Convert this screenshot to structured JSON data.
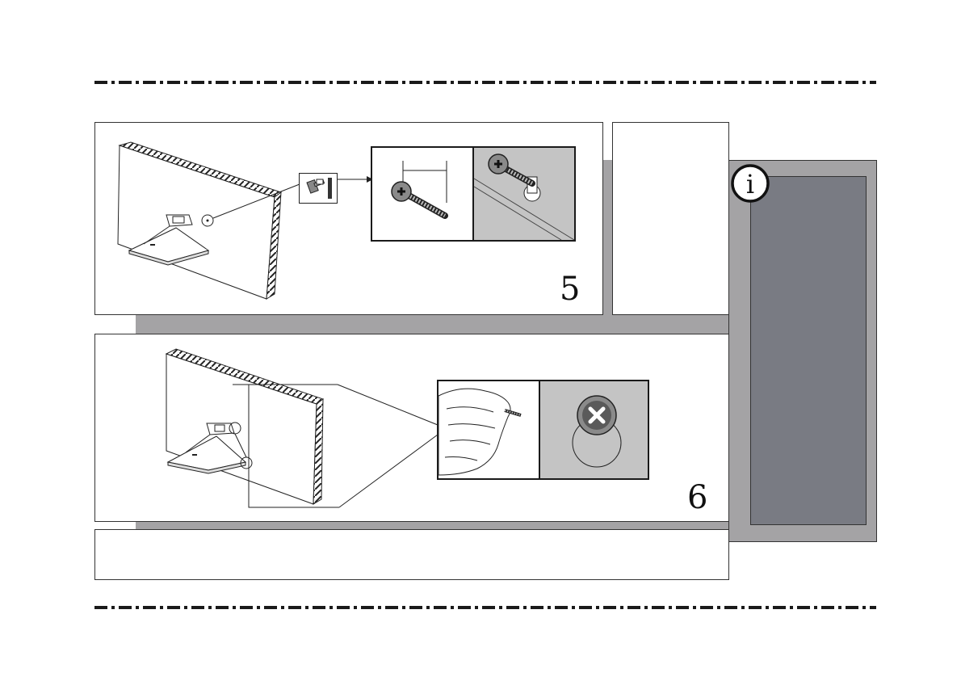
{
  "steps": [
    {
      "number": "5"
    },
    {
      "number": "6"
    }
  ],
  "icons": {
    "info": "info-icon",
    "info_glyph": "i",
    "hardware_bag": "hardware-bag-icon"
  },
  "colors": {
    "background_gray": "#a4a3a5",
    "info_panel": "#797b83",
    "detail_fill": "#c4c4c4",
    "line": "#1a1a1a"
  }
}
